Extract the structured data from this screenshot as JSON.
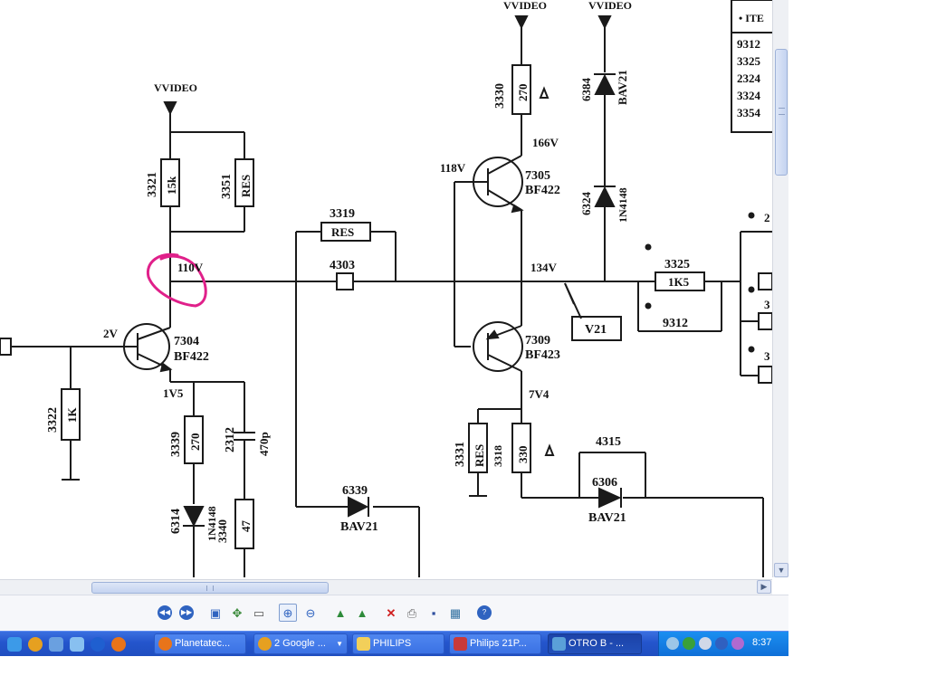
{
  "schematic": {
    "labels": {
      "vvideo_left": "VVIDEO",
      "vvideo_mid": "VVIDEO",
      "vvideo_right": "VVIDEO",
      "r3321_ref": "3321",
      "r3321_val": "15k",
      "r3351_ref": "3351",
      "r3351_val": "RES",
      "r3319_ref": "3319",
      "r3319_val": "RES",
      "j4303": "4303",
      "node_110v": "110V",
      "t7304_ref": "7304",
      "t7304_type": "BF422",
      "node_2v": "2V",
      "node_1v5": "1V5",
      "r3322_ref": "3322",
      "r3322_val": "1K",
      "r3339_ref": "3339",
      "r3339_val": "270",
      "c2312_ref": "2312",
      "c2312_val": "470p",
      "d6314_ref": "6314",
      "d6314_type": "1N4148",
      "r3340_ref": "3340",
      "r3340_val": "47",
      "d6339_ref": "6339",
      "d6339_type": "BAV21",
      "r3330_ref": "3330",
      "r3330_val": "270",
      "node_166v": "166V",
      "node_118v": "118V",
      "t7305_ref": "7305",
      "t7305_type": "BF422",
      "d6384_ref": "6384",
      "d6384_type": "BAV21",
      "d6324_ref": "6324",
      "d6324_type": "1N4148",
      "node_134v": "134V",
      "r3325_ref": "3325",
      "r3325_val": "1K5",
      "j9312": "9312",
      "v21": "V21",
      "t7309_ref": "7309",
      "t7309_type": "BF423",
      "node_7v4": "7V4",
      "r3331_ref": "3331",
      "r3331_val": "RES",
      "r3318_ref": "3318",
      "r3318_val": "330",
      "j4315": "4315",
      "d6306_ref": "6306",
      "d6306_type": "BAV21",
      "table_header": "• ITE",
      "table_rows": [
        "9312",
        "3325",
        "2324",
        "3324",
        "3354"
      ],
      "frag_a": "2",
      "frag_b": "3",
      "frag_c": "3"
    }
  },
  "toolbar": {
    "icons": [
      "previous-image-icon",
      "next-image-icon",
      "best-fit-icon",
      "actual-size-icon",
      "slideshow-icon",
      "zoom-in-icon",
      "zoom-out-icon",
      "rotate-clockwise-icon",
      "rotate-counterclockwise-icon",
      "delete-icon",
      "print-icon",
      "save-icon",
      "open-with-icon",
      "help-icon"
    ]
  },
  "taskbar": {
    "tasks": [
      {
        "label": "Planetatec...",
        "icon": "firefox-icon"
      },
      {
        "label": "2 Google ...",
        "icon": "chrome-icon"
      },
      {
        "label": "PHILIPS",
        "icon": "folder-icon"
      },
      {
        "label": "Philips 21P...",
        "icon": "document-icon"
      },
      {
        "label": "OTRO B - ...",
        "icon": "image-viewer-icon"
      }
    ],
    "clock": "8:37"
  },
  "colors": {
    "annotation": "#e0208a",
    "taskbar": "#2455cc",
    "tray": "#0f6fd8"
  }
}
